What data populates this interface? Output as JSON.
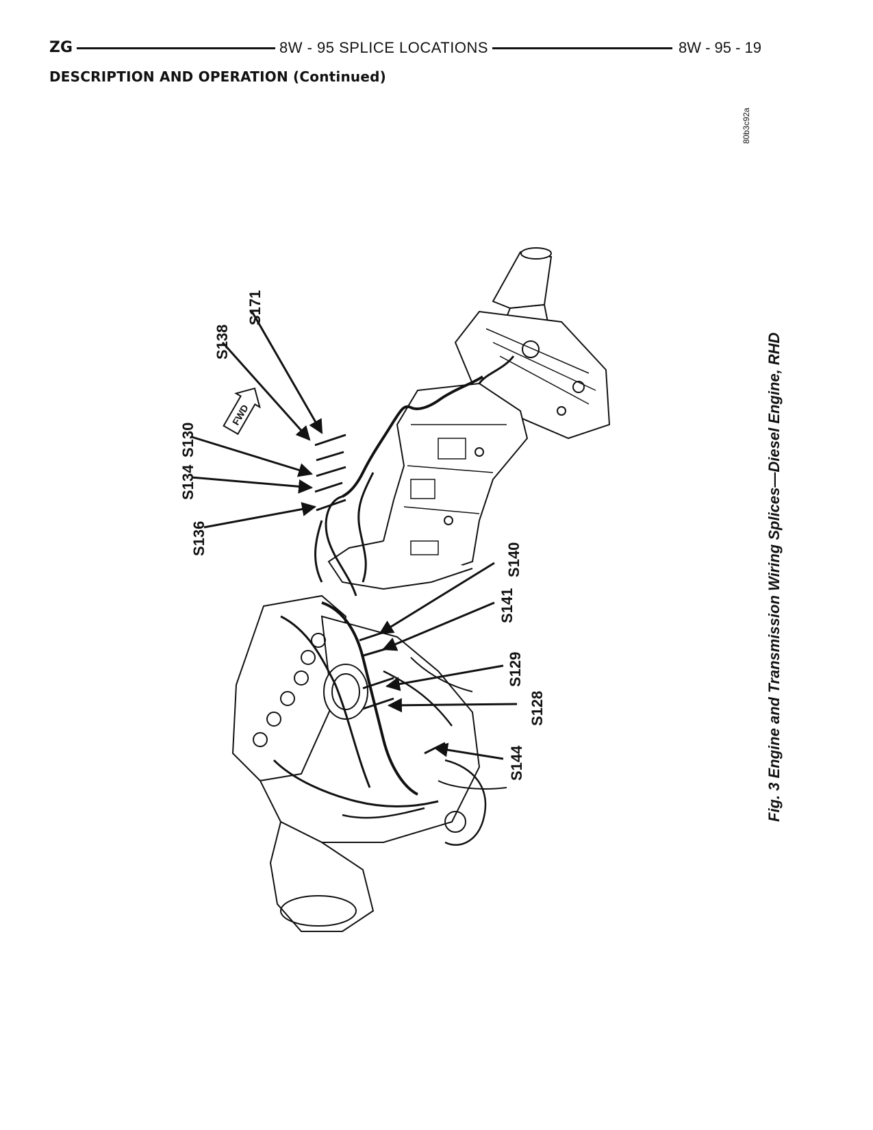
{
  "header": {
    "left": "ZG",
    "center": "8W - 95 SPLICE LOCATIONS",
    "right": "8W - 95 - 19"
  },
  "section_title": "DESCRIPTION AND OPERATION (Continued)",
  "figure": {
    "code": "80b3c92a",
    "caption": "Fig. 3 Engine and Transmission Wiring Splices—Diesel Engine, RHD",
    "fwd_label": "FWD",
    "splices": {
      "s138": "S138",
      "s171": "S171",
      "s130": "S130",
      "s134": "S134",
      "s136": "S136",
      "s140": "S140",
      "s141": "S141",
      "s129": "S129",
      "s128": "S128",
      "s144": "S144"
    }
  }
}
